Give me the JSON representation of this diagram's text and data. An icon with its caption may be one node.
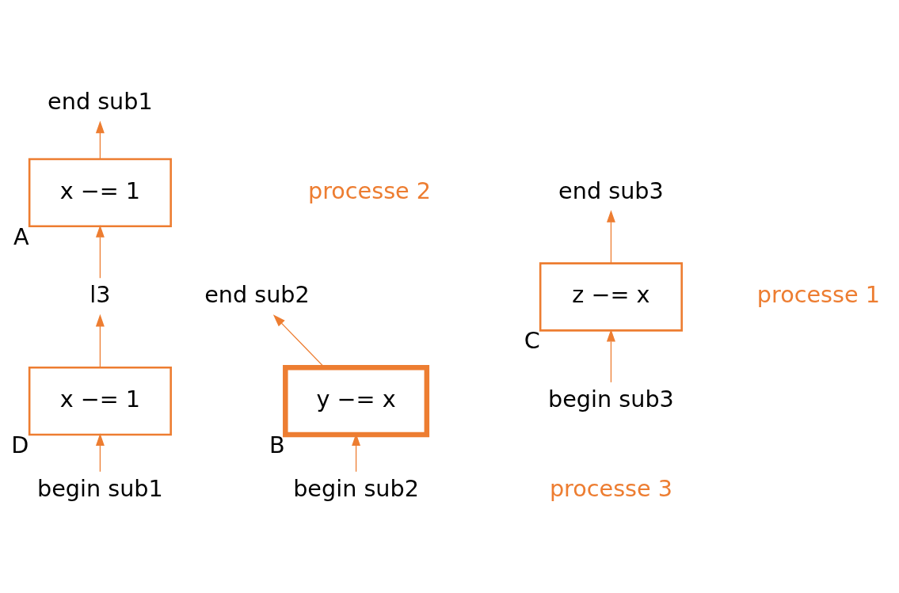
{
  "diagram": {
    "nodes": [
      {
        "text": [
          "end sub1"
        ]
      },
      {
        "text": [
          "x −= 1"
        ],
        "beside": [
          "A"
        ]
      },
      {
        "text": [
          "l3"
        ]
      },
      {
        "text": [
          "x −= 1"
        ],
        "beside": [
          "D"
        ]
      },
      {
        "text": [
          "begin sub1"
        ]
      },
      {
        "text": [
          "end sub2"
        ]
      },
      {
        "text": [
          "y −= x"
        ],
        "beside": [
          "B"
        ]
      },
      {
        "text": [
          "begin sub2"
        ]
      },
      {
        "text": [
          "end sub3"
        ]
      },
      {
        "text": [
          "z −= x"
        ],
        "beside": [
          "C"
        ]
      },
      {
        "text": [
          "begin sub3"
        ]
      }
    ],
    "edges": [
      {
        "from": 4,
        "to": 3,
        "arrow": "to"
      },
      {
        "from": 3,
        "to": 2,
        "arrow": "to"
      },
      {
        "from": 2,
        "to": 1,
        "arrow": "to"
      },
      {
        "from": 1,
        "to": 0,
        "arrow": "to"
      },
      {
        "from": 7,
        "to": 6,
        "arrow": "to"
      },
      {
        "from": 6,
        "to": 5,
        "arrow": "to"
      },
      {
        "from": 10,
        "to": 9,
        "arrow": "to"
      },
      {
        "from": 9,
        "to": 8,
        "arrow": "to"
      }
    ],
    "labels": [
      "processe 2",
      "processe 1",
      "processe 3"
    ]
  }
}
